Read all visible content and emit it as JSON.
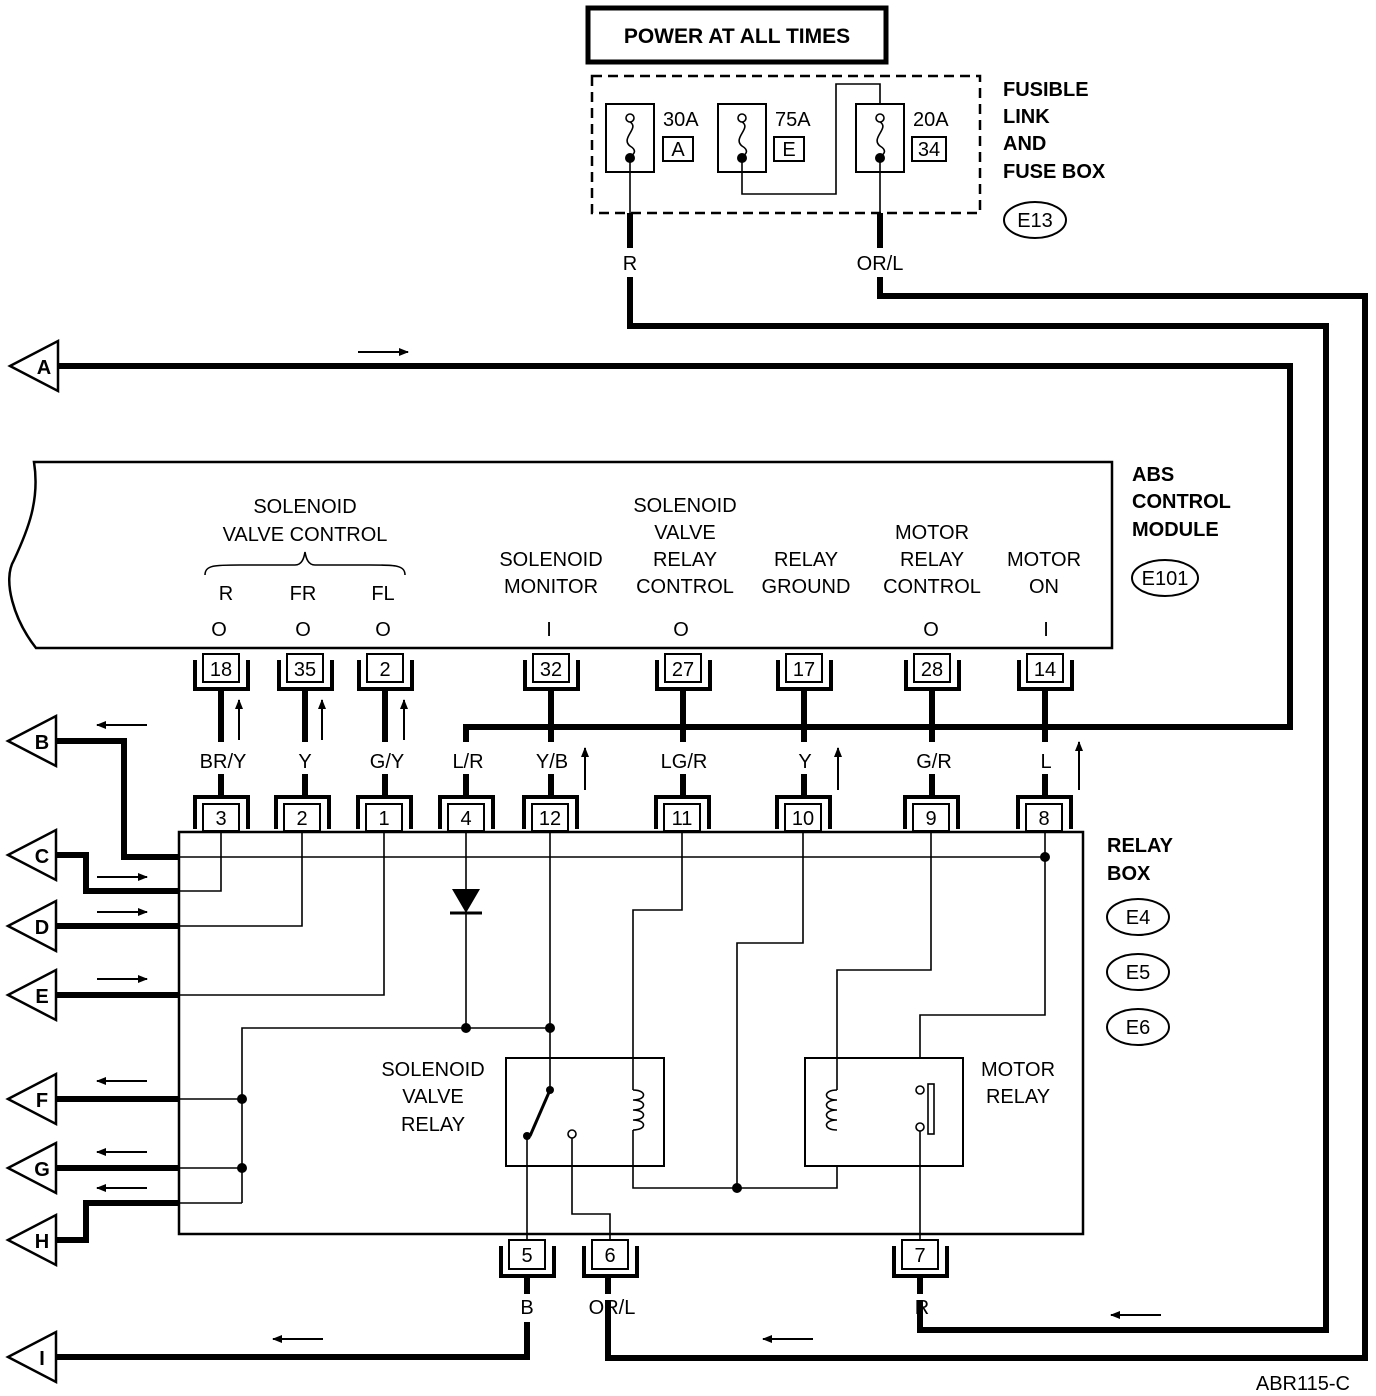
{
  "power": {
    "title": "POWER AT ALL TIMES"
  },
  "fuse_box": {
    "name_lines": [
      "FUSIBLE",
      "LINK",
      "AND",
      "FUSE BOX"
    ],
    "code": "E13",
    "fuses": [
      {
        "rating": "30A",
        "id": "A"
      },
      {
        "rating": "75A",
        "id": "E"
      },
      {
        "rating": "20A",
        "id": "34"
      }
    ]
  },
  "abs": {
    "name_lines": [
      "ABS",
      "CONTROL",
      "MODULE"
    ],
    "code": "E101",
    "group_label_lines": [
      "SOLENOID",
      "VALVE CONTROL"
    ],
    "functions": [
      {
        "lines": [
          "R"
        ],
        "io": "O",
        "pin": "18",
        "wire": "BR/Y",
        "relay_pin": "3"
      },
      {
        "lines": [
          "FR"
        ],
        "io": "O",
        "pin": "35",
        "wire": "Y",
        "relay_pin": "2"
      },
      {
        "lines": [
          "FL"
        ],
        "io": "O",
        "pin": "2",
        "wire": "G/Y",
        "relay_pin": "1"
      },
      {
        "lines": [],
        "io": "",
        "pin": "",
        "wire": "L/R",
        "relay_pin": "4"
      },
      {
        "lines": [
          "SOLENOID",
          "MONITOR"
        ],
        "io": "I",
        "pin": "32",
        "wire": "Y/B",
        "relay_pin": "12"
      },
      {
        "lines": [
          "SOLENOID",
          "VALVE",
          "RELAY",
          "CONTROL"
        ],
        "io": "O",
        "pin": "27",
        "wire": "LG/R",
        "relay_pin": "11"
      },
      {
        "lines": [
          "RELAY",
          "GROUND"
        ],
        "io": "",
        "pin": "17",
        "wire": "Y",
        "relay_pin": "10"
      },
      {
        "lines": [
          "MOTOR",
          "RELAY",
          "CONTROL"
        ],
        "io": "O",
        "pin": "28",
        "wire": "G/R",
        "relay_pin": "9"
      },
      {
        "lines": [
          "MOTOR",
          "ON"
        ],
        "io": "I",
        "pin": "14",
        "wire": "L",
        "relay_pin": "8"
      }
    ]
  },
  "relay_box": {
    "name_lines": [
      "RELAY",
      "BOX"
    ],
    "codes": [
      "E4",
      "E5",
      "E6"
    ],
    "solenoid_relay_lines": [
      "SOLENOID",
      "VALVE",
      "RELAY"
    ],
    "motor_relay_lines": [
      "MOTOR",
      "RELAY"
    ],
    "bottom_pins": [
      {
        "pin": "5",
        "wire": "B"
      },
      {
        "pin": "6",
        "wire": "OR/L"
      },
      {
        "pin": "7",
        "wire": "R"
      }
    ]
  },
  "fuse_wires": {
    "left": "R",
    "right": "OR/L"
  },
  "off_page": [
    "A",
    "B",
    "C",
    "D",
    "E",
    "F",
    "G",
    "H",
    "I"
  ],
  "figure_code": "ABR115-C"
}
